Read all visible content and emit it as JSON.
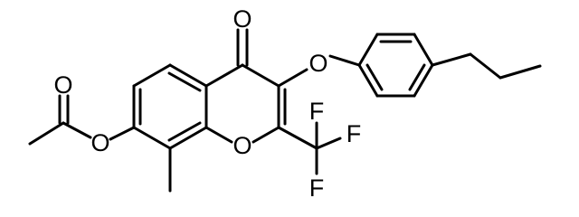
{
  "atoms": {
    "carbonyl_O": "O",
    "acetyl_carbonyl_O": "O",
    "ester_O": "O",
    "ring_O": "O",
    "ether_O": "O",
    "F_top": "F",
    "F_right": "F",
    "F_bottom": "F"
  },
  "colors": {
    "ink": "#000000",
    "background": "#ffffff"
  }
}
